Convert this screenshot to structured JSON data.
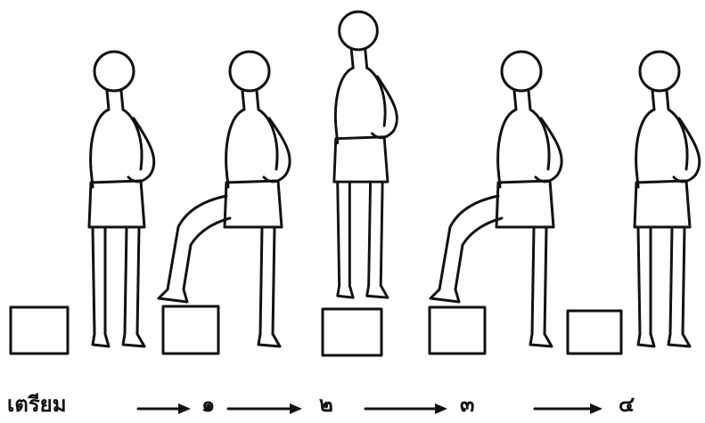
{
  "figures": [
    {
      "id": "prepare",
      "pose": "standing",
      "step_position": "ground"
    },
    {
      "id": "step-1",
      "pose": "right-foot-on-step",
      "step_position": "under-foot"
    },
    {
      "id": "step-2",
      "pose": "standing-on-step",
      "step_position": "under-feet"
    },
    {
      "id": "step-3",
      "pose": "left-foot-down",
      "step_position": "under-foot"
    },
    {
      "id": "step-4",
      "pose": "standing",
      "step_position": "ground"
    }
  ],
  "sequence": {
    "labels": [
      "เตรียม",
      "๑",
      "๒",
      "๓",
      "๔"
    ],
    "arrow_icon": "long-right-arrow"
  }
}
